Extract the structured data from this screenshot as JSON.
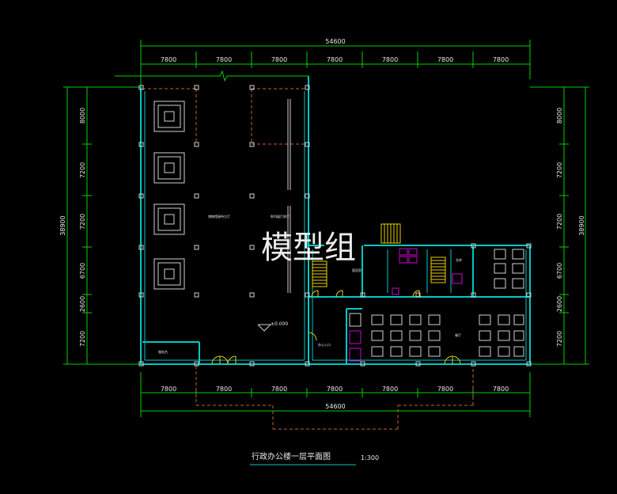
{
  "watermark": "模型组",
  "title": "行政办公楼一层平面图",
  "scale": "1:300",
  "dimensions": {
    "total_width": "54600",
    "top_bays": [
      "7800",
      "7800",
      "7800",
      "7800",
      "7800",
      "7800",
      "7800"
    ],
    "bottom_bays": [
      "7800",
      "7800",
      "7800",
      "7800",
      "7800",
      "7800",
      "7800"
    ],
    "total_height_left": "38900",
    "total_height_right": "38900",
    "left_bays": [
      "8000",
      "7200",
      "7200",
      "6700",
      "2600",
      "7200"
    ],
    "right_bays": [
      "8000",
      "7200",
      "7200",
      "6700",
      "2600",
      "7200"
    ]
  },
  "rooms": {
    "hall_a": "博物馆接待大厅",
    "hall_b": "陈列展厅前厅",
    "office": "值班室",
    "dining": "餐厅",
    "store": "仓库",
    "entrance": "办公入口",
    "duty": "服务台",
    "level": "±0.000"
  },
  "colors": {
    "wall": "#00c8c8",
    "dim": "#00d000",
    "grid": "#c86030",
    "stair": "#e8d000",
    "furniture": "#d0d0d0",
    "elevator": "#d000d0"
  }
}
